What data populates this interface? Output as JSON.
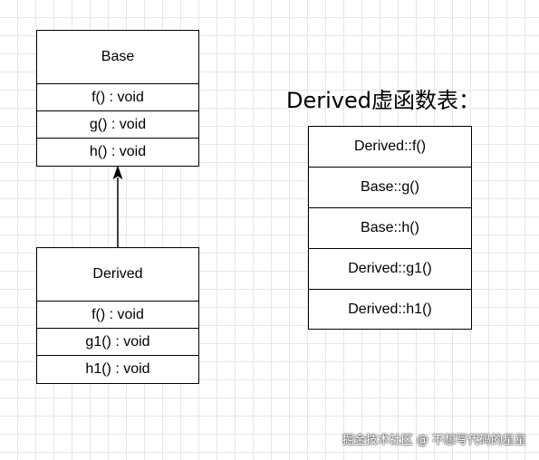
{
  "base_class": {
    "name": "Base",
    "methods": [
      "f() : void",
      "g() : void",
      "h() : void"
    ]
  },
  "derived_class": {
    "name": "Derived",
    "methods": [
      "f() : void",
      "g1() : void",
      "h1() : void"
    ]
  },
  "vtable": {
    "title": "Derived虚函数表：",
    "entries": [
      "Derived::f()",
      "Base::g()",
      "Base::h()",
      "Derived::g1()",
      "Derived::h1()"
    ]
  },
  "watermark": "掘金技术社区 @ 不想写代码的星星"
}
